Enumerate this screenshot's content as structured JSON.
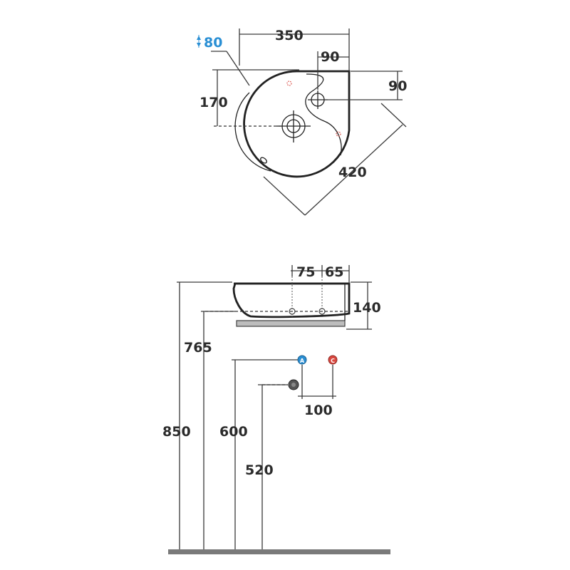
{
  "top_view": {
    "depth_label": "80",
    "width_label": "350",
    "offset_top_label": "90",
    "right_label": "90",
    "left_label": "170",
    "diagonal_label": "420"
  },
  "side_view": {
    "tap_offset_a_label": "75",
    "tap_offset_b_label": "65",
    "height_label": "140",
    "rim_height_label": "765",
    "total_height_label": "850",
    "supply_height_label": "600",
    "drain_height_label": "520",
    "supply_spacing_label": "100"
  },
  "colors": {
    "cold_water": "#2a8fd4",
    "hot_water": "#d9473f",
    "drain": "#555555",
    "floor": "#7a7a7a"
  }
}
